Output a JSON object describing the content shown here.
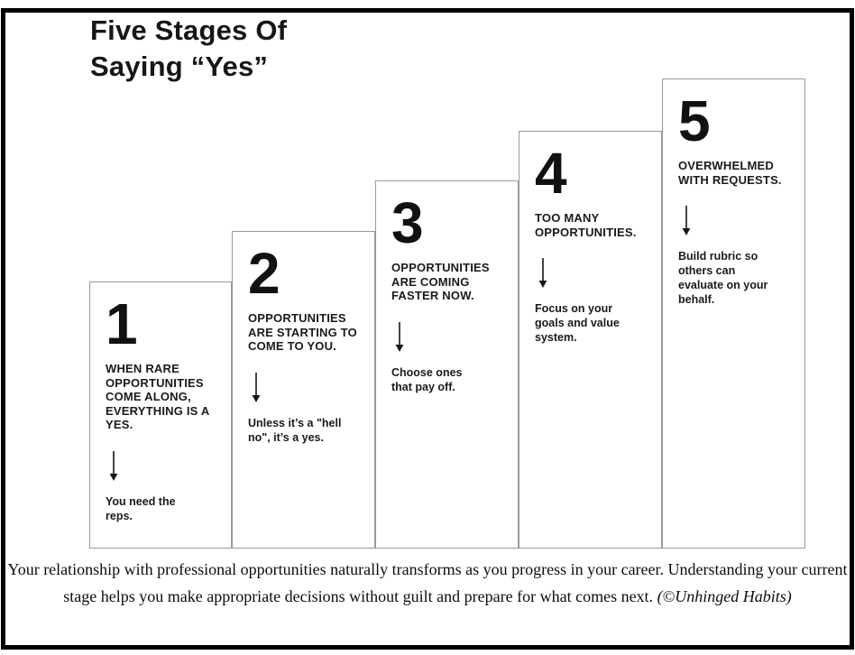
{
  "title": {
    "line1": "Five Stages Of",
    "line2": "Saying “Yes”"
  },
  "stages": [
    {
      "number": "1",
      "heading": "WHEN RARE OPPORTUNITIES COME ALONG, EVERYTHING IS A YES.",
      "note": "You need the reps."
    },
    {
      "number": "2",
      "heading": "OPPORTUNITIES ARE STARTING TO COME TO YOU.",
      "note": "Unless it’s a \"hell no\", it’s a yes."
    },
    {
      "number": "3",
      "heading": "OPPORTUNITIES ARE COMING FASTER NOW.",
      "note": "Choose ones that pay off."
    },
    {
      "number": "4",
      "heading": "TOO MANY OPPORTUNITIES.",
      "note": "Focus on your goals and value system."
    },
    {
      "number": "5",
      "heading": "OVERWHELMED WITH REQUESTS.",
      "note": "Build rubric so others can evaluate on your behalf."
    }
  ],
  "caption": {
    "text": "Your relationship with professional opportunities naturally transforms as you progress in your career. Understanding your current stage helps you make appropriate decisions without guilt and prepare for what comes next.",
    "attribution": "(©Unhinged Habits)"
  },
  "icons": {
    "down_arrow": "down-arrow"
  },
  "colors": {
    "background": "#ffffff",
    "frame": "#000000",
    "column_border": "#9a9a9a",
    "text": "#111111"
  }
}
